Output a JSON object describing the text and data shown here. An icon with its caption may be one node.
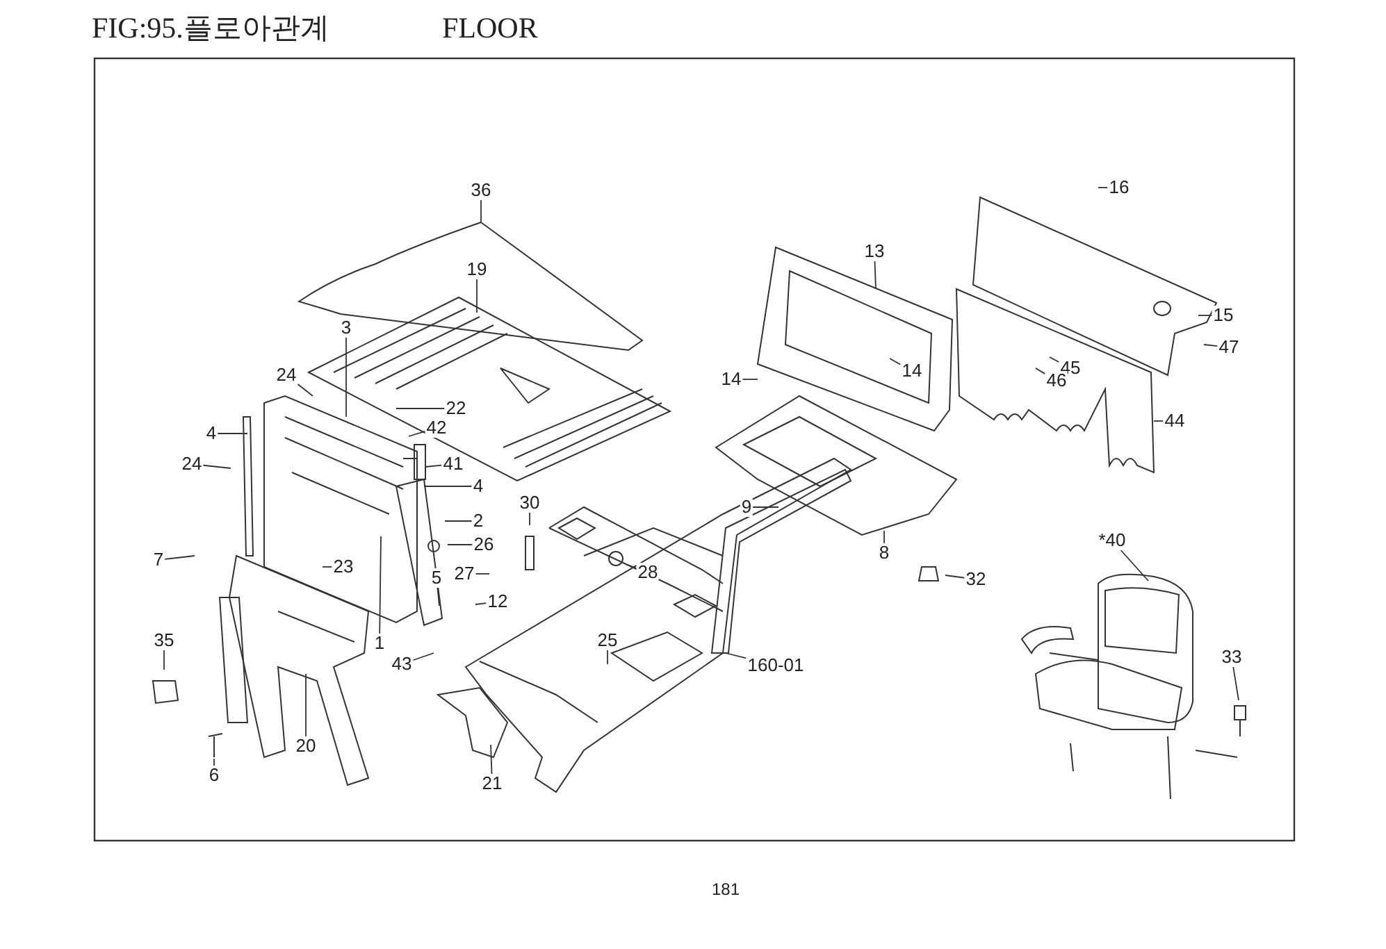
{
  "diagram": {
    "title": "FIG:95.플로아관계",
    "nodes": [
      {
        "text": [
          "36"
        ]
      },
      {
        "text": [
          "19"
        ]
      },
      {
        "text": [
          "3"
        ]
      },
      {
        "text": [
          "24"
        ]
      },
      {
        "text": [
          "22"
        ]
      },
      {
        "text": [
          "4"
        ]
      },
      {
        "text": [
          "24"
        ]
      },
      {
        "text": [
          "42"
        ]
      },
      {
        "text": [
          "41"
        ]
      },
      {
        "text": [
          "4"
        ]
      },
      {
        "text": [
          "7"
        ]
      },
      {
        "text": [
          "2"
        ]
      },
      {
        "text": [
          "26"
        ]
      },
      {
        "text": [
          "23"
        ]
      },
      {
        "text": [
          "5"
        ]
      },
      {
        "text": [
          "27"
        ]
      },
      {
        "text": [
          "12"
        ]
      },
      {
        "text": [
          "30"
        ]
      },
      {
        "text": [
          "28"
        ]
      },
      {
        "text": [
          "1"
        ]
      },
      {
        "text": [
          "35"
        ]
      },
      {
        "text": [
          "43"
        ]
      },
      {
        "text": [
          "25"
        ]
      },
      {
        "text": [
          "160-01"
        ]
      },
      {
        "text": [
          "20"
        ]
      },
      {
        "text": [
          "6"
        ]
      },
      {
        "text": [
          "21"
        ]
      },
      {
        "text": [
          "13"
        ]
      },
      {
        "text": [
          "14"
        ]
      },
      {
        "text": [
          "14"
        ]
      },
      {
        "text": [
          "9"
        ]
      },
      {
        "text": [
          "8"
        ]
      },
      {
        "text": [
          "32"
        ]
      },
      {
        "text": [
          "16"
        ]
      },
      {
        "text": [
          "15"
        ]
      },
      {
        "text": [
          "47"
        ]
      },
      {
        "text": [
          "45"
        ]
      },
      {
        "text": [
          "46"
        ]
      },
      {
        "text": [
          "44"
        ]
      },
      {
        "text": [
          "*40"
        ]
      },
      {
        "text": [
          "33"
        ]
      }
    ],
    "edges": [
      {
        "from": 0,
        "to": null,
        "arrow": "none"
      },
      {
        "from": 1,
        "to": null,
        "arrow": "none"
      },
      {
        "from": 2,
        "to": null,
        "arrow": "none"
      },
      {
        "from": 3,
        "to": null,
        "arrow": "none"
      },
      {
        "from": 4,
        "to": null,
        "arrow": "none"
      },
      {
        "from": 5,
        "to": null,
        "arrow": "none"
      },
      {
        "from": 6,
        "to": null,
        "arrow": "none"
      },
      {
        "from": 7,
        "to": null,
        "arrow": "none"
      },
      {
        "from": 8,
        "to": null,
        "arrow": "none"
      },
      {
        "from": 9,
        "to": null,
        "arrow": "none"
      },
      {
        "from": 10,
        "to": null,
        "arrow": "none"
      },
      {
        "from": 11,
        "to": null,
        "arrow": "none"
      },
      {
        "from": 12,
        "to": null,
        "arrow": "none"
      },
      {
        "from": 13,
        "to": null,
        "arrow": "none"
      },
      {
        "from": 14,
        "to": null,
        "arrow": "none"
      },
      {
        "from": 15,
        "to": null,
        "arrow": "none"
      },
      {
        "from": 16,
        "to": null,
        "arrow": "none"
      },
      {
        "from": 17,
        "to": null,
        "arrow": "none"
      },
      {
        "from": 18,
        "to": null,
        "arrow": "none"
      },
      {
        "from": 19,
        "to": null,
        "arrow": "none"
      },
      {
        "from": 20,
        "to": null,
        "arrow": "none"
      },
      {
        "from": 21,
        "to": null,
        "arrow": "none"
      },
      {
        "from": 22,
        "to": null,
        "arrow": "none"
      },
      {
        "from": 23,
        "to": null,
        "arrow": "none"
      },
      {
        "from": 24,
        "to": null,
        "arrow": "none"
      },
      {
        "from": 25,
        "to": null,
        "arrow": "none"
      },
      {
        "from": 26,
        "to": null,
        "arrow": "none"
      },
      {
        "from": 27,
        "to": null,
        "arrow": "none"
      },
      {
        "from": 28,
        "to": null,
        "arrow": "none"
      },
      {
        "from": 29,
        "to": null,
        "arrow": "none"
      },
      {
        "from": 30,
        "to": null,
        "arrow": "none"
      },
      {
        "from": 31,
        "to": null,
        "arrow": "none"
      },
      {
        "from": 32,
        "to": null,
        "arrow": "none"
      },
      {
        "from": 33,
        "to": null,
        "arrow": "none"
      },
      {
        "from": 34,
        "to": null,
        "arrow": "none"
      },
      {
        "from": 35,
        "to": null,
        "arrow": "none"
      },
      {
        "from": 36,
        "to": null,
        "arrow": "none"
      },
      {
        "from": 37,
        "to": null,
        "arrow": "none"
      },
      {
        "from": 38,
        "to": null,
        "arrow": "none"
      },
      {
        "from": 39,
        "to": null,
        "arrow": "none"
      },
      {
        "from": 40,
        "to": null,
        "arrow": "none"
      }
    ],
    "labels": [
      "FLOOR",
      "181"
    ]
  }
}
